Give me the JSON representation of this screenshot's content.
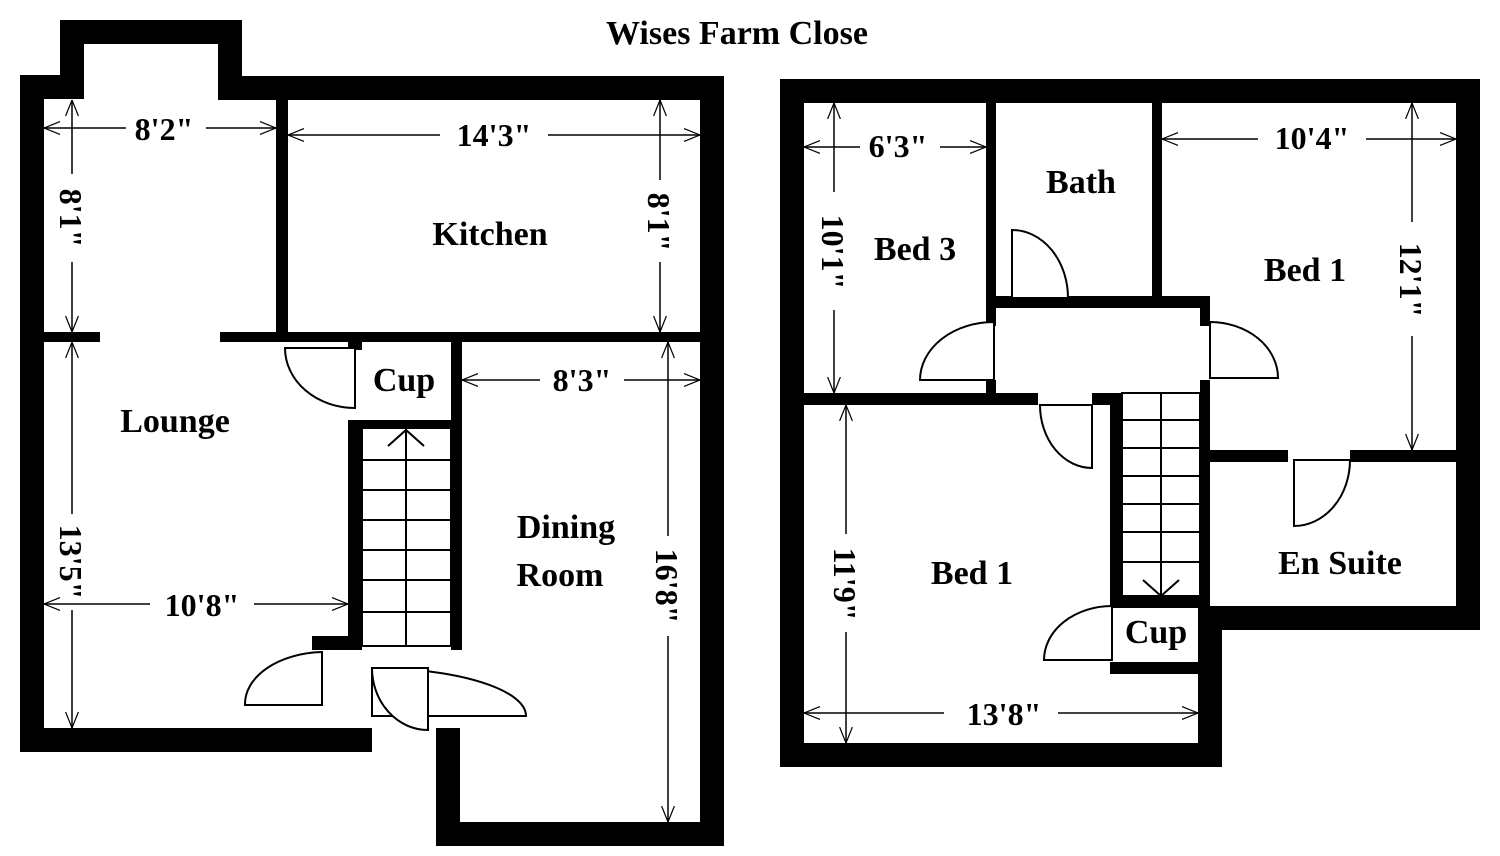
{
  "title": "Wises Farm Close",
  "ground_floor": {
    "rooms": {
      "kitchen": "Kitchen",
      "lounge": "Lounge",
      "cup": "Cup",
      "dining_line1": "Dining",
      "dining_line2": "Room"
    },
    "dimensions": {
      "hall_width": "8'2\"",
      "kitchen_width": "14'3\"",
      "hall_depth": "8'1\"",
      "kitchen_depth": "8'1\"",
      "dining_width": "8'3\"",
      "lounge_depth": "13'5\"",
      "lounge_width": "10'8\"",
      "dining_depth": "16'8\""
    }
  },
  "first_floor": {
    "rooms": {
      "bath": "Bath",
      "bed3": "Bed 3",
      "bed1_right": "Bed 1",
      "bed1_main": "Bed 1",
      "en_suite": "En Suite",
      "cup": "Cup"
    },
    "dimensions": {
      "bed3_width": "6'3\"",
      "bed1_right_width": "10'4\"",
      "bed3_depth": "10'1\"",
      "bed1_right_depth": "12'1\"",
      "bed1_main_depth": "11'9\"",
      "bed1_main_width": "13'8\""
    }
  }
}
